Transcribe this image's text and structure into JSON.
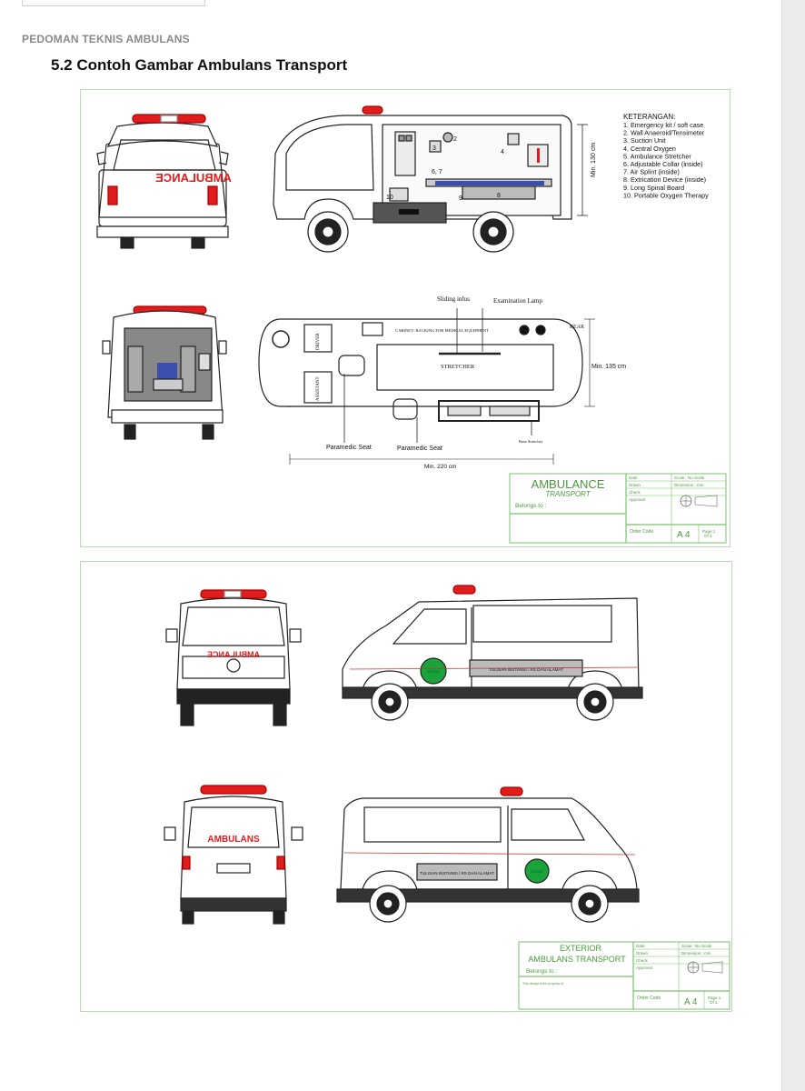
{
  "header": {
    "running_head": "PEDOMAN TEKNIS AMBULANS",
    "section_title": "5.2 Contoh Gambar Ambulans Transport"
  },
  "drawing1": {
    "rear_text_mirrored": "AMBULANCE",
    "legend_title": "KETERANGAN:",
    "legend_items": [
      "1. Emergency kit / soft case",
      "2. Wall Anaeroid/Tensimeter",
      "3. Suction Unit",
      "4. Central Oxygen",
      "5. Ambulance Stretcher",
      "6. Adjustable Collar (inside)",
      "7. Air Splint (inside)",
      "8. Extrication Device (inside)",
      "9. Long Spinal Board",
      "10. Portable Oxygen Therapy"
    ],
    "dim_height": "Min. 130 cm",
    "item_numbers": [
      "2",
      "3",
      "4",
      "6, 7",
      "8",
      "9",
      "10"
    ],
    "plan_labels": {
      "sliding_infus": "Sliding infus",
      "examination_lamp": "Examination Lamp",
      "cabinet": "CABINET/ RACKING FOR MEDICAL EQUIPMENT",
      "stretcher": "STRETCHER",
      "driver": "DRIVER",
      "assistant": "ASSISTANT",
      "rear": "REAR",
      "width": "Min. 135 cm",
      "length": "Min. 220 cm",
      "paramedic_seat_1": "Paramedic Seat",
      "paramedic_seat_2": "Paramedic Seat",
      "base_stretcher": "Base Stretcher"
    },
    "title_block": {
      "title": "AMBULANCE",
      "subtitle": "TRANSPORT",
      "belongs": "Belongs to :",
      "date": "Date",
      "drawn": "Drawn",
      "check": "Check",
      "approval": "Approval",
      "scale": "Scale : No Scale",
      "dimension": "Dimension : mm",
      "order_code": "Order Code",
      "size": "A 4",
      "page": "Page 1",
      "of": "Of 1"
    }
  },
  "drawing2": {
    "front_text_mirrored": "AMBULANCE",
    "rear_text": "AMBULANS",
    "side_panel_text": "TULISAN INSTANSI / RS DAN ALAMAT",
    "logo_text": "LOGO",
    "title_block": {
      "title_line1": "EXTERIOR",
      "title_line2": "AMBULANS TRANSPORT",
      "belongs": "Belongs to :",
      "note": "This design is the property of",
      "date": "Date",
      "drawn": "Drawn",
      "check": "Check",
      "approval": "Approval",
      "scale": "Scale : No Scale",
      "dimension": "Dimension : mm",
      "order_code": "Order Code",
      "size": "A 4",
      "page": "Page 1",
      "of": "Of 1"
    }
  },
  "colors": {
    "siren_red": "#e11c1c",
    "title_green": "#4a9a3c",
    "frame_green": "#b9dcb2",
    "logo_green": "#1aa33a",
    "text_dark": "#111111"
  }
}
